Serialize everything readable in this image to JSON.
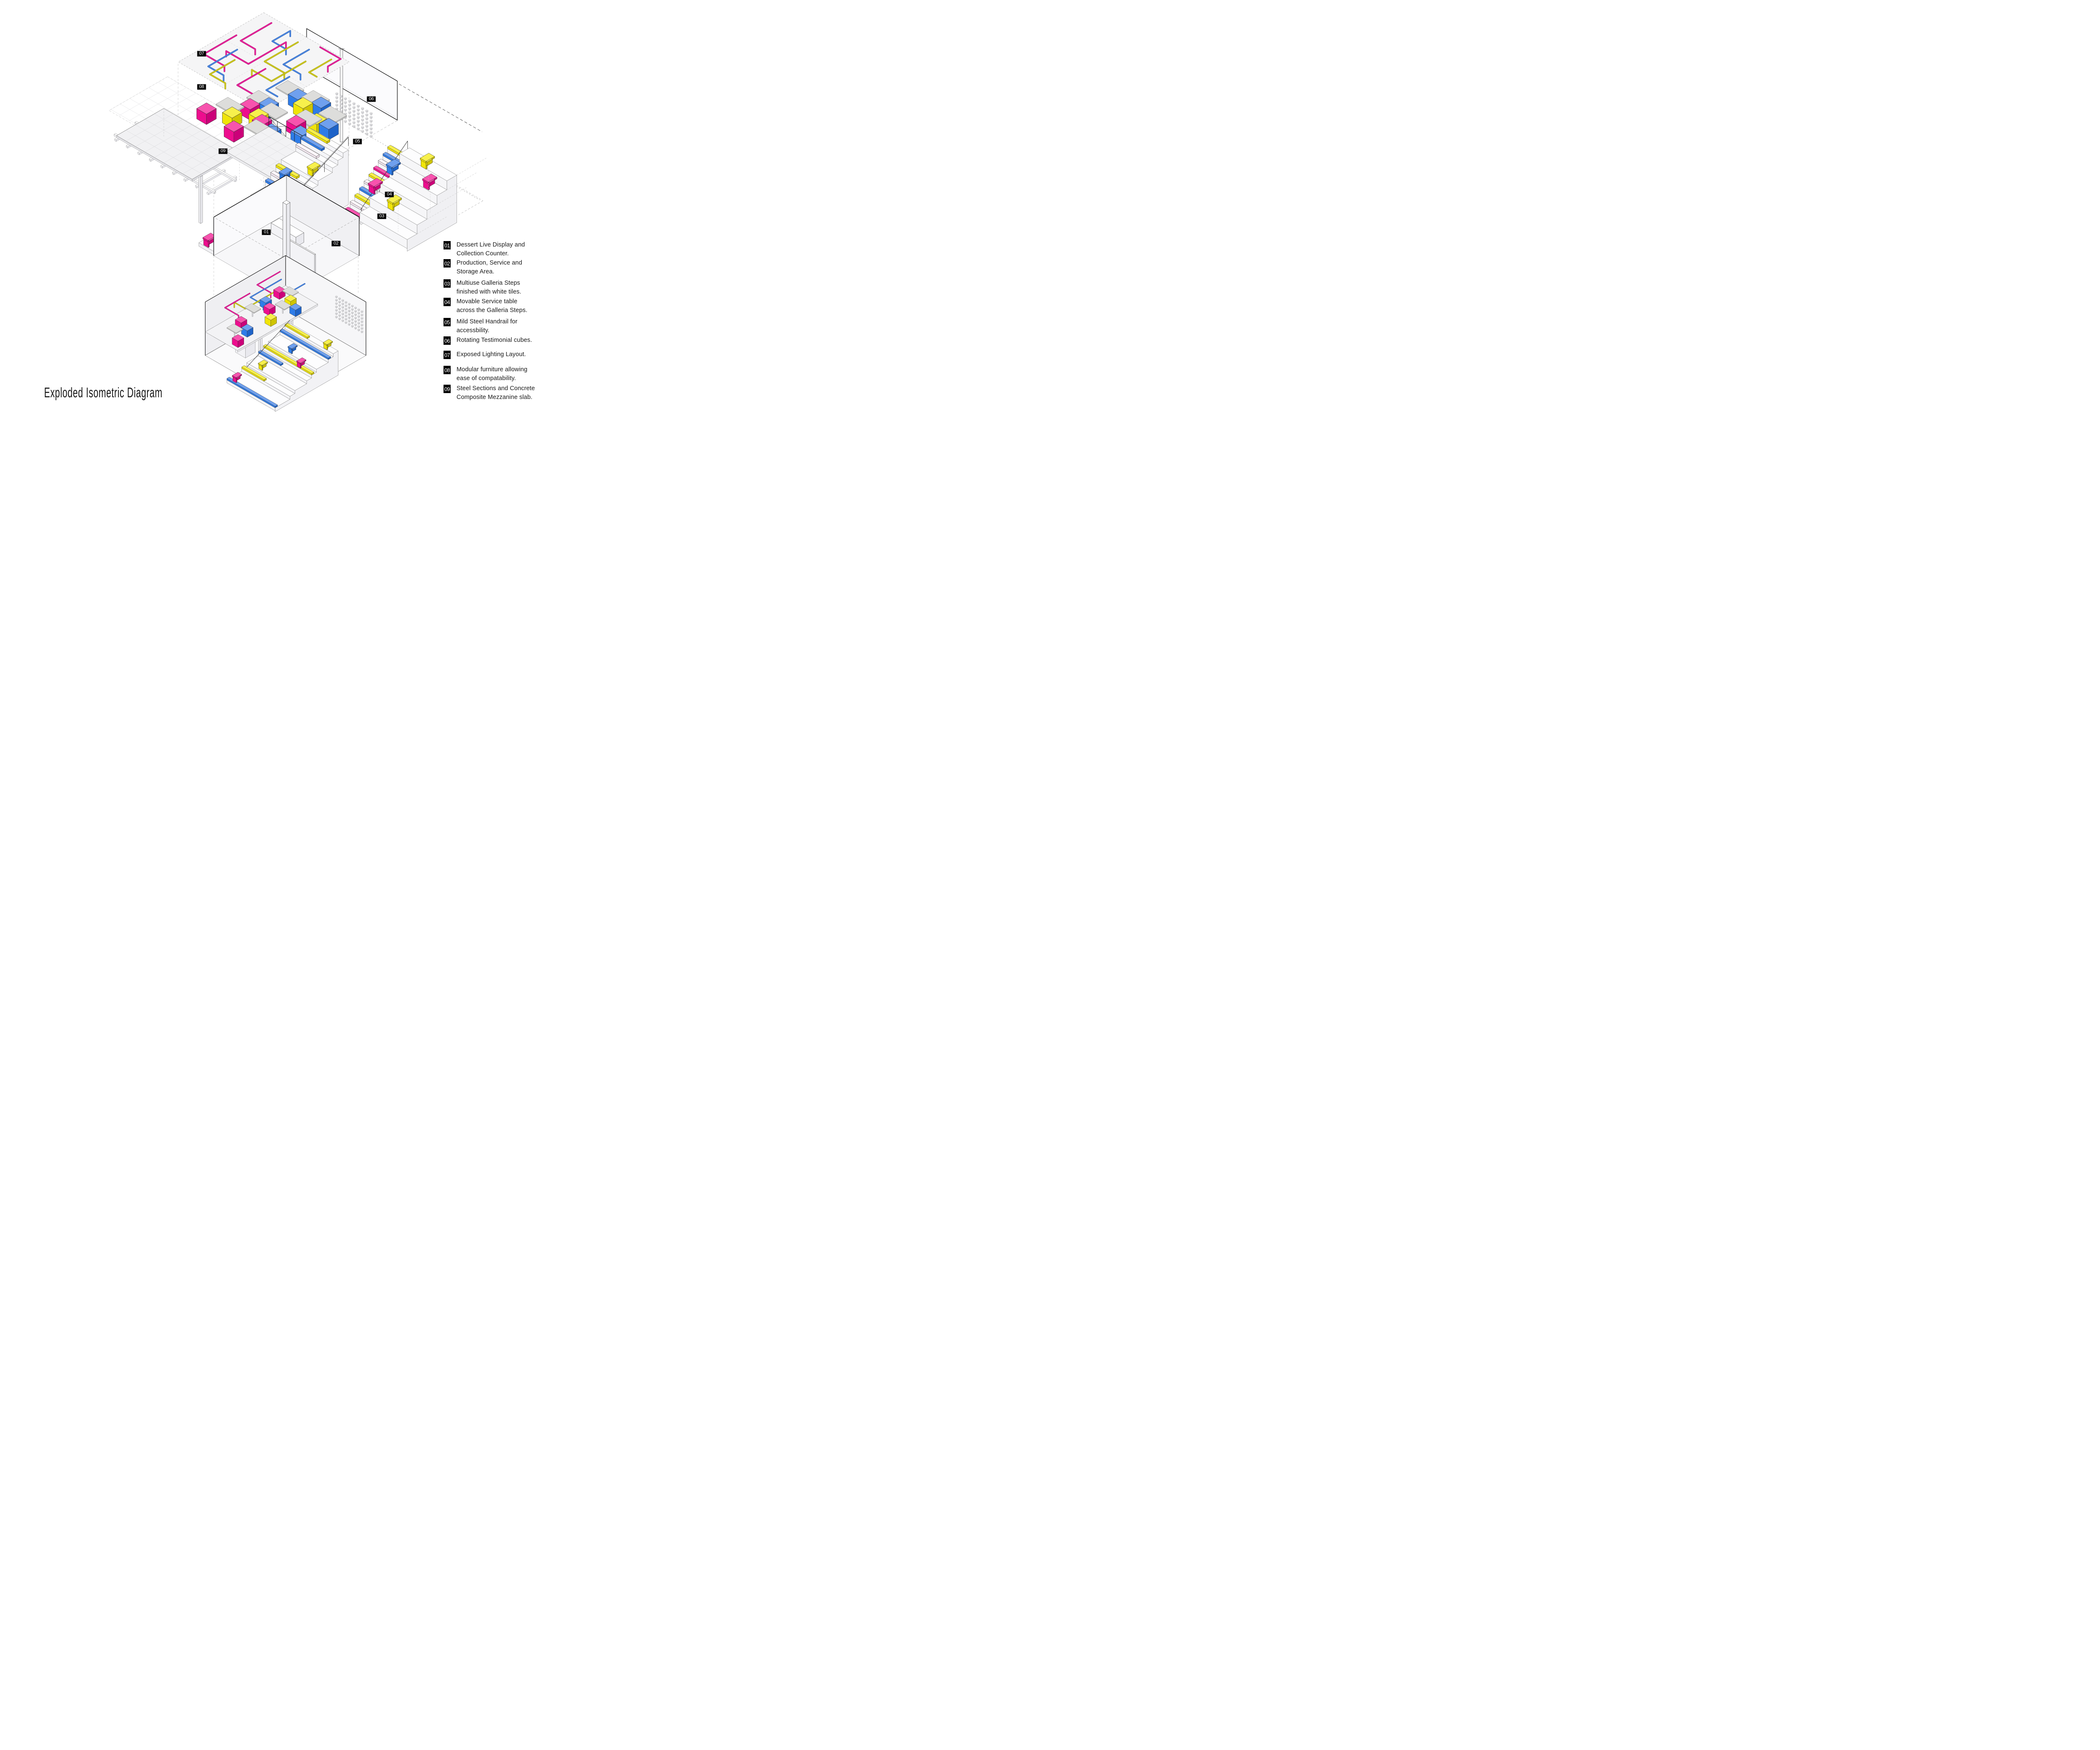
{
  "title": "Exploded Isometric Diagram",
  "colors": {
    "magenta": "#ED0D8E",
    "yellow": "#F0E408",
    "blue": "#2E7CE8",
    "pipe_magenta": "#E8219A",
    "pipe_blue": "#4A86E0",
    "pipe_yellow": "#CDC81E",
    "surface": "#F5F5F6",
    "line_ink": "#1A1A1A",
    "label_bg": "#000000",
    "label_text": "#FFFFFF"
  },
  "diagram": {
    "labels": [
      {
        "id": "01",
        "label": "01"
      },
      {
        "id": "02",
        "label": "02"
      },
      {
        "id": "03",
        "label": "03"
      },
      {
        "id": "04",
        "label": "04"
      },
      {
        "id": "05",
        "label": "05"
      },
      {
        "id": "06",
        "label": "06"
      },
      {
        "id": "07",
        "label": "07"
      },
      {
        "id": "08",
        "label": "08"
      },
      {
        "id": "09",
        "label": "09"
      }
    ]
  },
  "legend": {
    "items": [
      {
        "number": "01",
        "text": "Dessert Live Display and\nCollection Counter."
      },
      {
        "number": "02",
        "text": "Production, Service and\nStorage Area."
      },
      {
        "number": "03",
        "text": "Multiuse Galleria Steps\nfinished with white tiles."
      },
      {
        "number": "04",
        "text": "Movable Service table\nacross the Galleria Steps."
      },
      {
        "number": "05",
        "text": "Mild Steel Handrail for\naccessbility."
      },
      {
        "number": "06",
        "text": "Rotating Testimonial cubes."
      },
      {
        "number": "07",
        "text": "Exposed Lighting Layout."
      },
      {
        "number": "08",
        "text": "Modular furniture allowing\nease of compatability."
      },
      {
        "number": "09",
        "text": "Steel Sections and Concrete\nComposite Mezzanine slab."
      }
    ]
  }
}
